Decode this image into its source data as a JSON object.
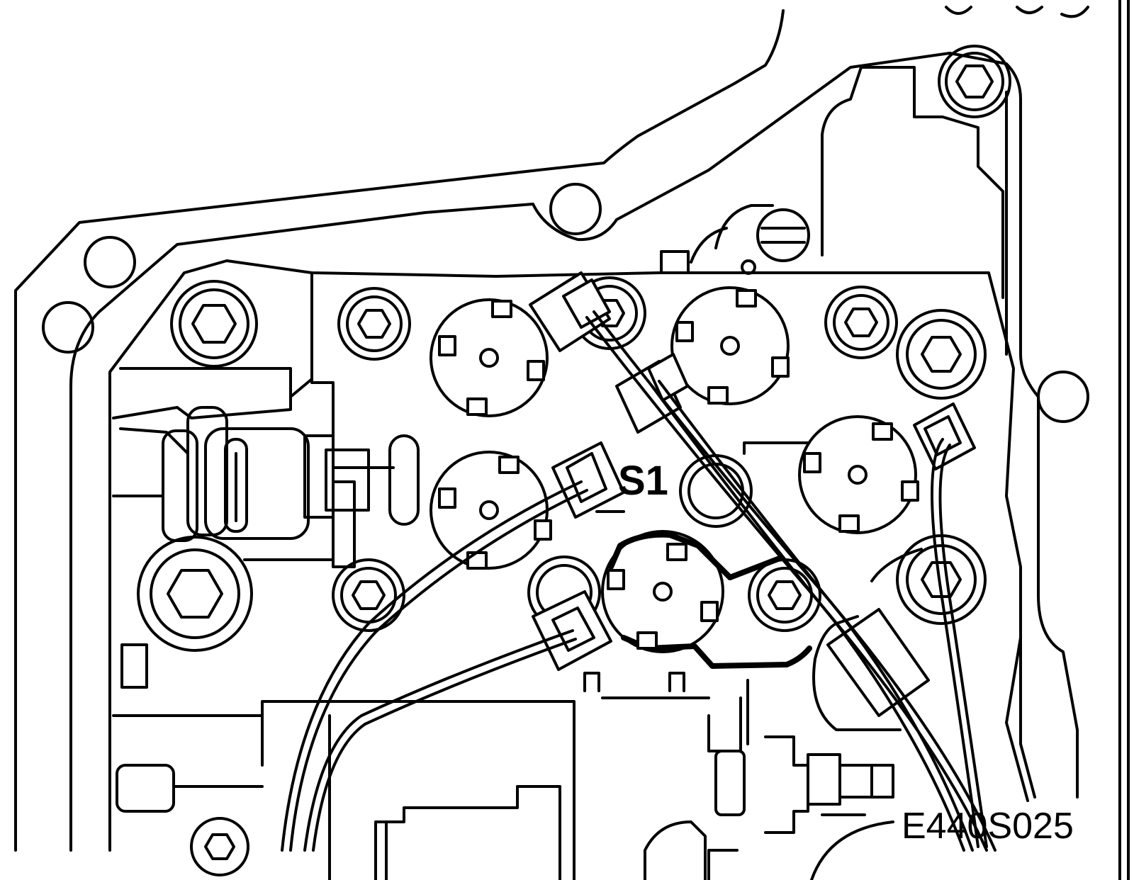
{
  "diagram": {
    "callout_label": "S1",
    "drawing_code": "E440S025",
    "colors": {
      "line": "#000000",
      "background": "#ffffff"
    },
    "components": [
      "valve-body-housing",
      "mounting-bolts",
      "solenoid-valves",
      "solenoid-connectors",
      "wiring-harness"
    ]
  }
}
